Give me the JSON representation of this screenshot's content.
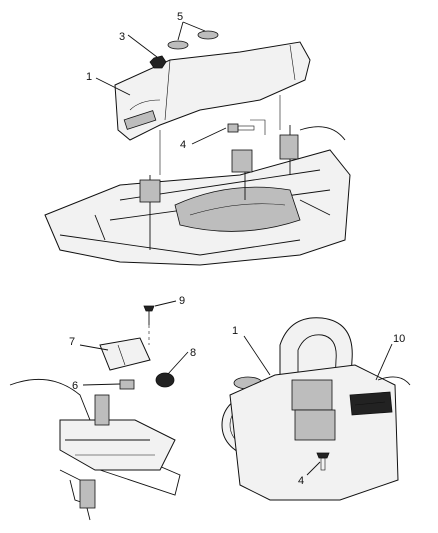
{
  "diagram": {
    "callouts": {
      "top": [
        {
          "id": "c1-top",
          "label": "1"
        },
        {
          "id": "c3-top",
          "label": "3"
        },
        {
          "id": "c4-top",
          "label": "4"
        },
        {
          "id": "c5-top",
          "label": "5"
        }
      ],
      "bottom_left": [
        {
          "id": "c6",
          "label": "6"
        },
        {
          "id": "c7",
          "label": "7"
        },
        {
          "id": "c8",
          "label": "8"
        },
        {
          "id": "c9",
          "label": "9"
        }
      ],
      "bottom_right": [
        {
          "id": "c1-br",
          "label": "1"
        },
        {
          "id": "c4-br",
          "label": "4"
        },
        {
          "id": "c10",
          "label": "10"
        }
      ]
    }
  }
}
